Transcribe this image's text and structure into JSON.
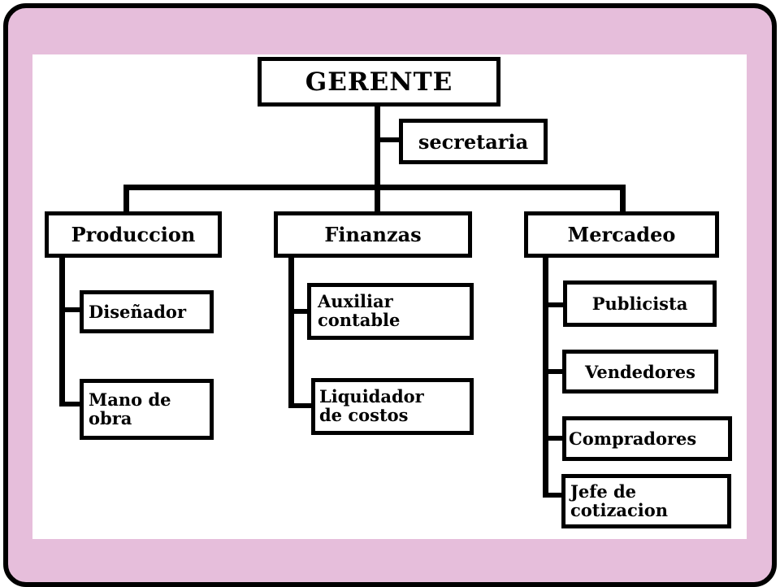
{
  "chart": {
    "root": {
      "label": "GERENTE"
    },
    "assistant": {
      "label": "secretaria"
    },
    "departments": [
      {
        "label": "Produccion",
        "children": [
          "Diseñador",
          "Mano de\nobra"
        ]
      },
      {
        "label": "Finanzas",
        "children": [
          "Auxiliar\ncontable",
          "Liquidador\nde costos"
        ]
      },
      {
        "label": "Mercadeo",
        "children": [
          "Publicista",
          "Vendedores",
          "Compradores",
          "Jefe de\ncotizacion"
        ]
      }
    ]
  },
  "colors": {
    "frame_bg": "#e6bedb",
    "border": "#000000",
    "box_bg": "#ffffff"
  }
}
